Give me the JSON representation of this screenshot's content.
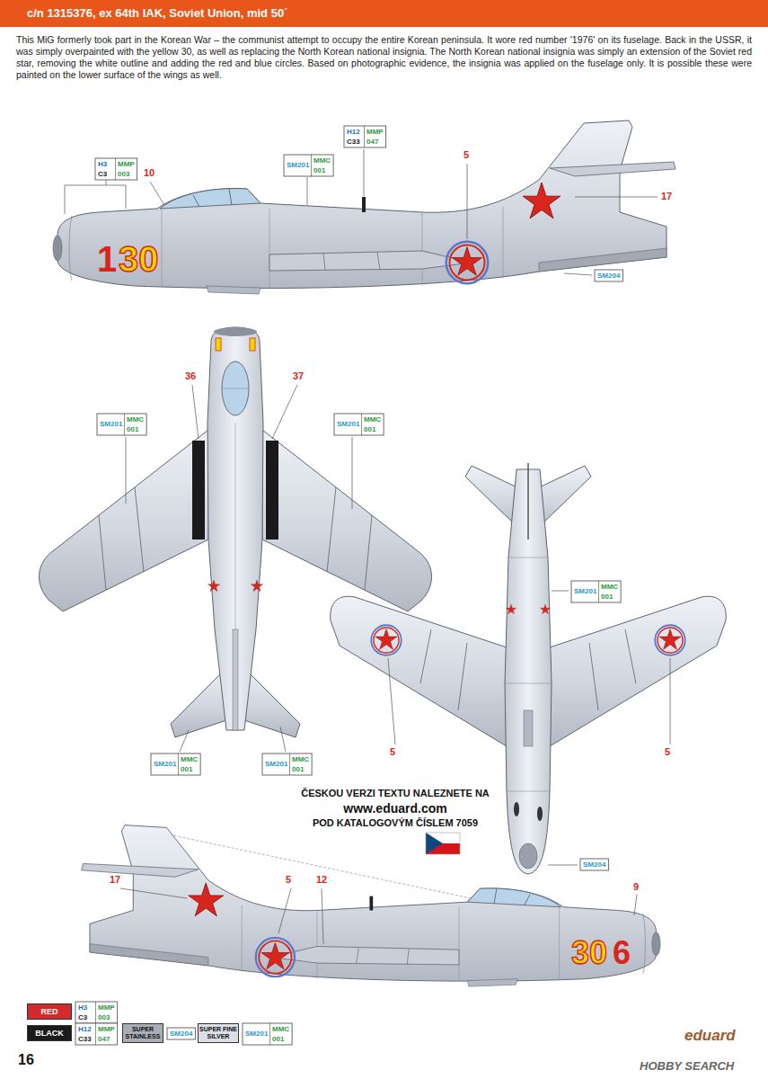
{
  "diagram": {
    "title": "c/n 1315376, ex 64th IAK, Soviet Union, mid 50´",
    "caption": "This MiG formerly took part in the Korean War – the communist attempt to occupy the entire Korean peninsula. It wore red number '1976' on its fuselage. Back in the USSR, it was simply overpainted with the yellow 30, as well as replacing the North Korean national insignia. The North Korean national insignia was simply an extension of the Soviet red star, removing the white outline and adding the red and blue circles. Based on photographic evidence, the insignia was applied on the fuselage only. It is possible these were painted on the lower surface of the wings as well.",
    "labels": [
      "10",
      "5",
      "17",
      "1",
      "30",
      "H3",
      "MMP",
      "C3",
      "003",
      "SM201",
      "MMC",
      "001",
      "H12",
      "MMP",
      "C33",
      "047",
      "SM204",
      "36",
      "37",
      "SM201",
      "MMC",
      "001",
      "SM201",
      "MMC",
      "001",
      "SM201",
      "MMC",
      "001",
      "SM201",
      "MMC",
      "001",
      "SM201",
      "MMC",
      "001",
      "5",
      "5",
      "SM204",
      "ČESKOU VERZI TEXTU NALEZNETE NA",
      "www.eduard.com",
      "POD KATALOGOVÝM ČÍSLEM 7059",
      "17",
      "5",
      "12",
      "9",
      "30",
      "6",
      "H3",
      "MMP",
      "C3",
      "003",
      "H12",
      "MMP",
      "C33",
      "047",
      "SM204",
      "SM201",
      "MMC",
      "001",
      "16",
      "eduard",
      "HOBBY SEARCH"
    ],
    "legend": [
      {
        "text": "RED",
        "color": "#d42a2a"
      },
      {
        "text": "BLACK",
        "color": "#1a1a1a"
      },
      {
        "text": "SUPER STAINLESS",
        "color": "#a8adb6"
      },
      {
        "text": "SUPER FINE SILVER",
        "color": "#dcdfe5"
      }
    ]
  }
}
